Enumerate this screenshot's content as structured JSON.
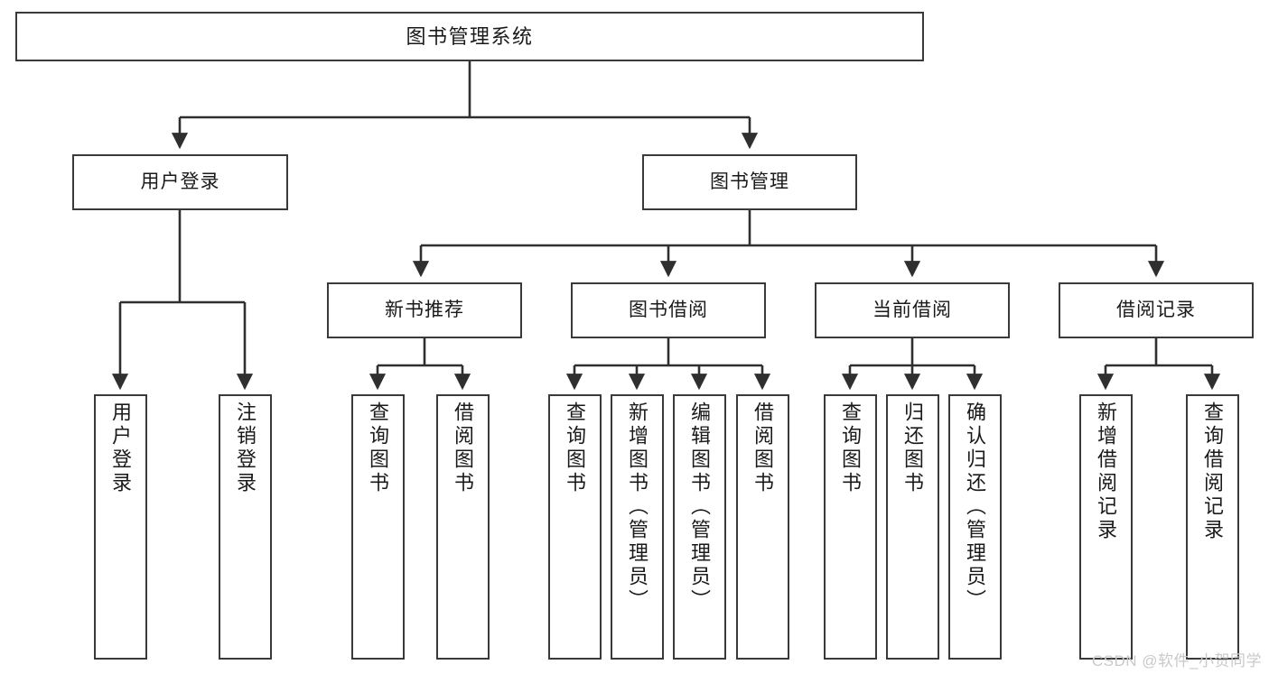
{
  "diagram": {
    "title": "图书管理系统",
    "type": "tree-hierarchy-chart",
    "root": {
      "label": "图书管理系统"
    },
    "level2": [
      {
        "label": "用户登录"
      },
      {
        "label": "图书管理"
      }
    ],
    "level3": [
      {
        "label": "新书推荐"
      },
      {
        "label": "图书借阅"
      },
      {
        "label": "当前借阅"
      },
      {
        "label": "借阅记录"
      }
    ],
    "leaves": {
      "user_login": [
        {
          "label": "用户登录"
        },
        {
          "label": "注销登录"
        }
      ],
      "new_book_recommend": [
        {
          "label": "查询图书"
        },
        {
          "label": "借阅图书"
        }
      ],
      "book_borrow": [
        {
          "label": "查询图书"
        },
        {
          "label": "新增图书（管理员）"
        },
        {
          "label": "编辑图书（管理员）"
        },
        {
          "label": "借阅图书"
        }
      ],
      "current_borrow": [
        {
          "label": "查询图书"
        },
        {
          "label": "归还图书"
        },
        {
          "label": "确认归还（管理员）"
        }
      ],
      "borrow_record": [
        {
          "label": "新增借阅记录"
        },
        {
          "label": "查询借阅记录"
        }
      ]
    }
  },
  "watermark": {
    "text": "CSDN @软件_小贺同学"
  },
  "colors": {
    "border": "#3a3a3a",
    "background": "#ffffff",
    "text": "#1a1a1a",
    "watermark": "#c9c9c9"
  }
}
